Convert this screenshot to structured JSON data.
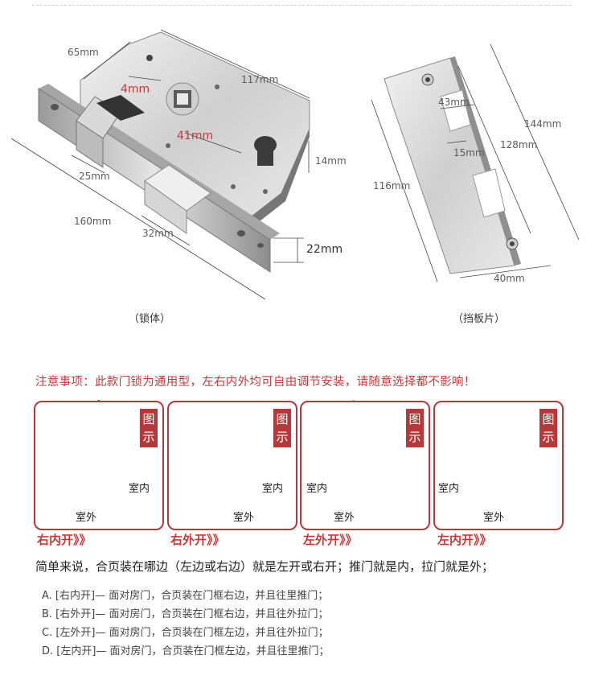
{
  "lock_body": {
    "caption": "（锁体）",
    "dimensions": {
      "width_65": "65mm",
      "length_117": "117mm",
      "gap_4": "4mm",
      "center_41": "41mm",
      "hole_14": "14mm",
      "latch_25": "25mm",
      "face_160": "160mm",
      "bolt_32": "32mm",
      "thickness_22": "22mm"
    }
  },
  "strike_plate": {
    "caption": "（挡板片）",
    "dimensions": {
      "slot_43": "43mm",
      "slot_15": "15mm",
      "height_144": "144mm",
      "height_128": "128mm",
      "height_116": "116mm",
      "width_40": "40mm"
    }
  },
  "notice": "注意事项：此款门锁为通用型，左右内外均可自由调节安装，请随意选择都不影响！",
  "panels": [
    {
      "tag": "图示",
      "inside": "室内",
      "outside": "室外",
      "label": "右内开》》"
    },
    {
      "tag": "图示",
      "inside": "室内",
      "outside": "室外",
      "label": "右外开》》"
    },
    {
      "tag": "图示",
      "inside": "室内",
      "outside": "室外",
      "label": "左外开》》"
    },
    {
      "tag": "图示",
      "inside": "室内",
      "outside": "室外",
      "label": "左内开》》"
    }
  ],
  "summary": "简单来说，合页装在哪边（左边或右边）就是左开或右开；推门就是内，拉门就是外；",
  "rules": [
    "A. [右内开]— 面对房门，合页装在门框右边，并且往里推门；",
    "B. [右外开]— 面对房门，合页装在门框右边，并且往外拉门；",
    "C. [左外开]— 面对房门，合页装在门框左边，并且往外拉门；",
    "D. [左内开]— 面对房门，合页装在门框左边，并且往里推门；"
  ],
  "colors": {
    "accent_red": "#b5393a",
    "text_red": "#c8383a"
  }
}
